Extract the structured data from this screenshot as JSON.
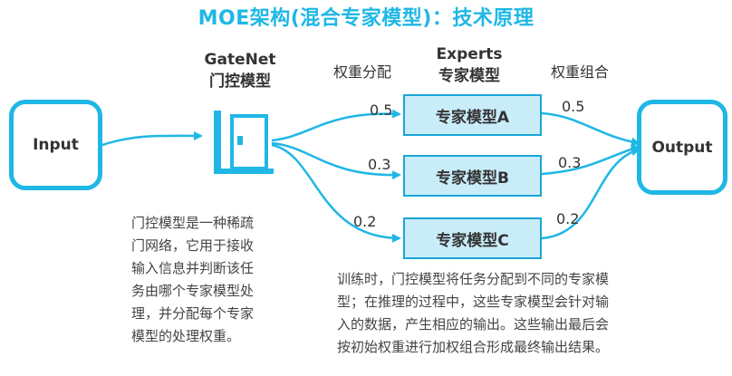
{
  "title": "MOE架构(混合专家模型)：技术原理",
  "gatenet": {
    "line1": "GateNet",
    "line2": "门控模型"
  },
  "experts_header": {
    "line1": "Experts",
    "line2": "专家模型"
  },
  "labels": {
    "weight_assign": "权重分配",
    "weight_combine": "权重组合"
  },
  "input_label": "Input",
  "output_label": "Output",
  "experts": [
    {
      "name": "专家模型A",
      "in_weight": "0.5",
      "out_weight": "0.5"
    },
    {
      "name": "专家模型B",
      "in_weight": "0.3",
      "out_weight": "0.3"
    },
    {
      "name": "专家模型C",
      "in_weight": "0.2",
      "out_weight": "0.2"
    }
  ],
  "left_paragraph": [
    "门控模型是一种稀疏",
    "门网络，它用于接收",
    "输入信息并判断该任",
    "务由哪个专家模型处",
    "理，并分配每个专家",
    "模型的处理权重。"
  ],
  "right_paragraph": [
    "训练时，门控模型将任务分配到不同的专家模",
    "型；在推理的过程中，这些专家模型会针对输",
    "入的数据，产生相应的输出。这些输出最后会",
    "按初始权重进行加权组合形成最终输出结果。"
  ],
  "colors": {
    "accent": "#1fb7e6",
    "expert_fill": "#c9ecf9"
  }
}
